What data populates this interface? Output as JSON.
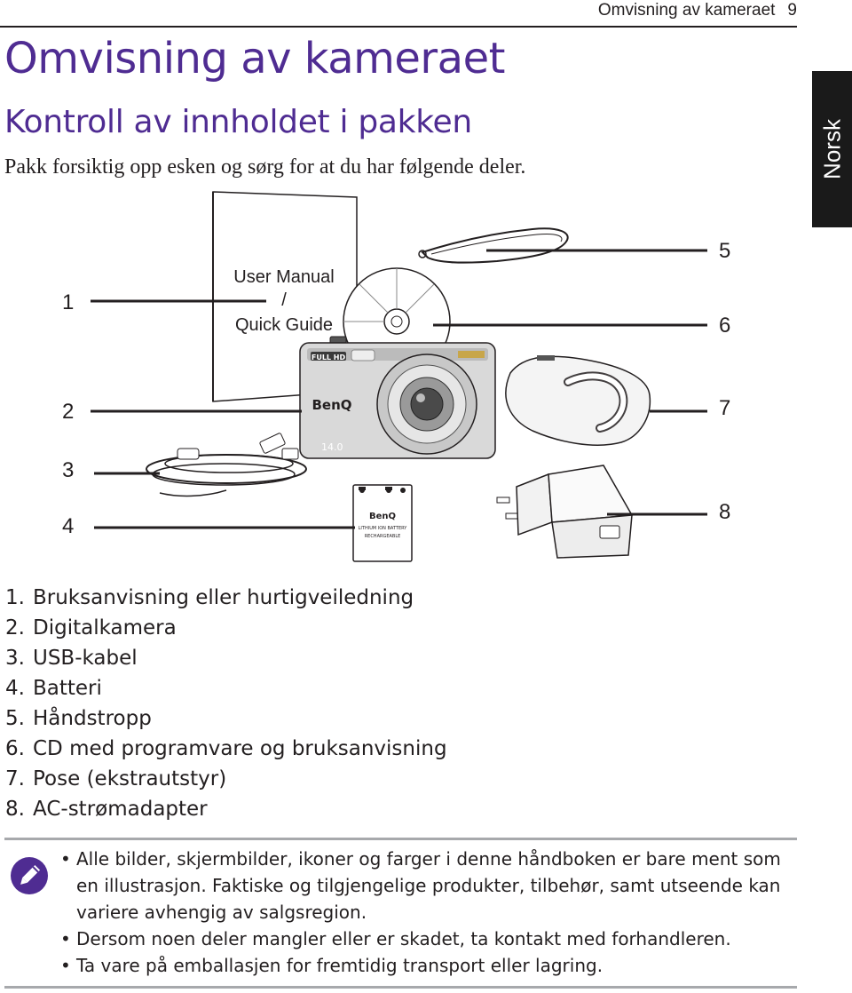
{
  "header": {
    "section_title": "Omvisning av kameraet",
    "page_number": "9"
  },
  "side_tab": {
    "label": "Norsk"
  },
  "title": "Omvisning av kameraet",
  "subtitle": "Kontroll av innholdet i pakken",
  "intro": "Pakk forsiktig opp esken og sørg for at du har følgende deler.",
  "figure": {
    "manual_cover": {
      "line1": "User Manual",
      "line2": "/",
      "line3": "Quick Guide"
    },
    "callouts": [
      "1",
      "2",
      "3",
      "4",
      "5",
      "6",
      "7",
      "8"
    ],
    "camera": {
      "brand": "BenQ",
      "badge": "FULL HD",
      "megapixels": "14.0"
    },
    "battery": {
      "brand": "BenQ",
      "line1": "LITHIUM ION BATTERY",
      "line2": "RECHARGEABLE"
    }
  },
  "items": [
    {
      "num": "1.",
      "label": "Bruksanvisning eller hurtigveiledning"
    },
    {
      "num": "2.",
      "label": "Digitalkamera"
    },
    {
      "num": "3.",
      "label": "USB-kabel"
    },
    {
      "num": "4.",
      "label": "Batteri"
    },
    {
      "num": "5.",
      "label": "Håndstropp"
    },
    {
      "num": "6.",
      "label": "CD med programvare og bruksanvisning"
    },
    {
      "num": "7.",
      "label": "Pose (ekstrautstyr)"
    },
    {
      "num": "8.",
      "label": "AC-strømadapter"
    }
  ],
  "notes": [
    "Alle bilder, skjermbilder, ikoner og farger i denne håndboken er bare ment som en illustrasjon. Faktiske og tilgjengelige produkter, tilbehør, samt utseende kan variere avhengig av salgsregion.",
    "Dersom noen deler mangler eller er skadet, ta kontakt med forhandleren.",
    "Ta vare på emballasjen for fremtidig transport eller lagring."
  ],
  "colors": {
    "accent": "#4f2c92",
    "text": "#231f20",
    "rule": "#a7a9ac",
    "tab": "#1a1a1a"
  }
}
